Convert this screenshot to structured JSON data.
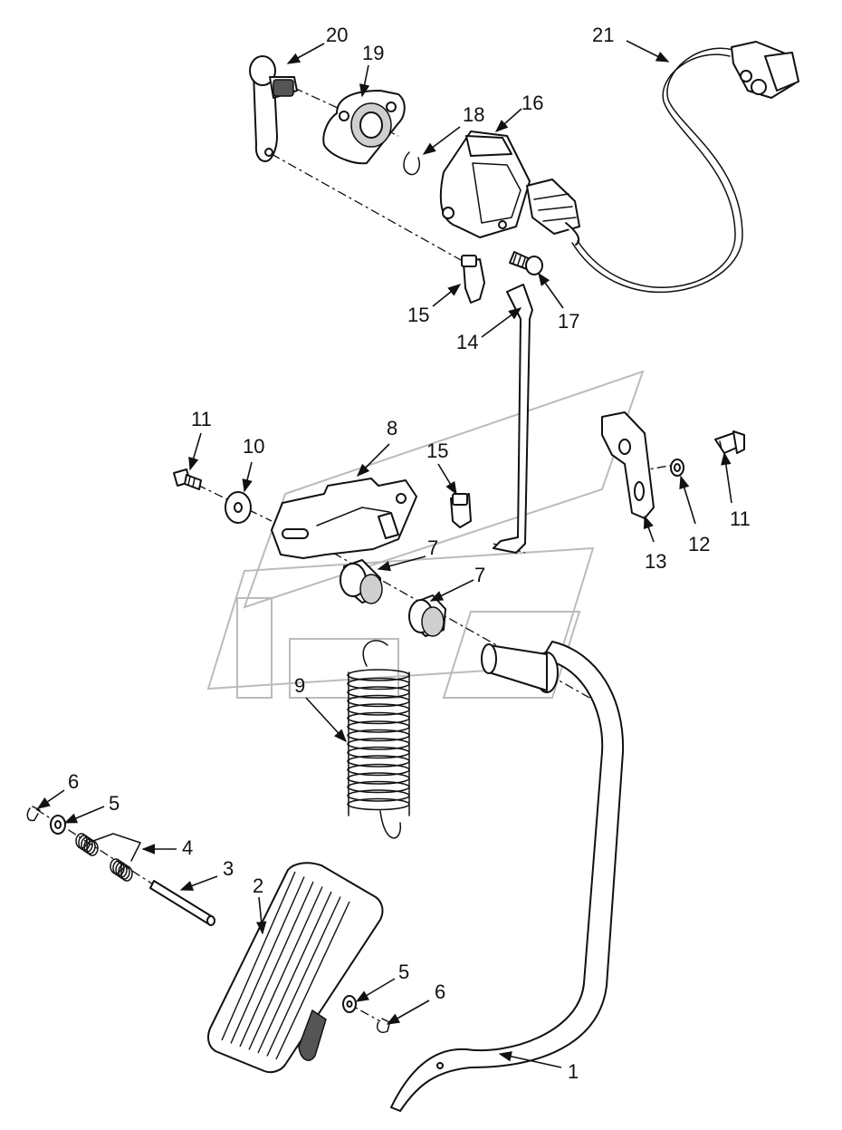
{
  "diagram": {
    "callouts": [
      "1",
      "2",
      "3",
      "4",
      "5",
      "5",
      "6",
      "6",
      "7",
      "7",
      "8",
      "9",
      "10",
      "11",
      "11",
      "12",
      "13",
      "14",
      "15",
      "15",
      "16",
      "17",
      "18",
      "19",
      "20",
      "21"
    ]
  },
  "colors": {
    "line": "#111111",
    "shade": "#cfcfcf",
    "watermark": "#bbbbbb",
    "background": "#ffffff"
  }
}
